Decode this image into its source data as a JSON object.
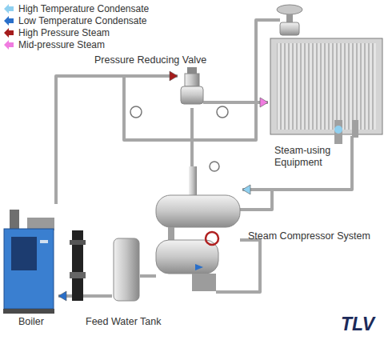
{
  "diagram": {
    "nodes": [
      {
        "text": [
          "Pressure Reducing Valve"
        ]
      },
      {
        "text": [
          "Steam-using Equipment"
        ]
      },
      {
        "text": [
          "Steam Compressor System"
        ]
      },
      {
        "text": [
          "Boiler"
        ]
      },
      {
        "text": [
          "Feed Water Tank"
        ]
      }
    ],
    "edges": [
      {
        "from": 3,
        "to": 0,
        "arrow": "to"
      },
      {
        "from": 0,
        "to": 1,
        "arrow": "to"
      },
      {
        "from": 1,
        "to": 2,
        "arrow": "to"
      },
      {
        "from": 4,
        "to": 3,
        "arrow": "to"
      },
      {
        "from": 2,
        "to": 4,
        "arrow": "none"
      }
    ],
    "labels": [
      "TLV"
    ],
    "legend": [
      {
        "text": "High Temperature Condensate",
        "color": "#8fd0f0"
      },
      {
        "text": "Low Temperature Condensate",
        "color": "#2a6fc9"
      },
      {
        "text": "High Pressure Steam",
        "color": "#a51c1c"
      },
      {
        "text": "Mid-pressure Steam",
        "color": "#f07ce0"
      }
    ]
  }
}
